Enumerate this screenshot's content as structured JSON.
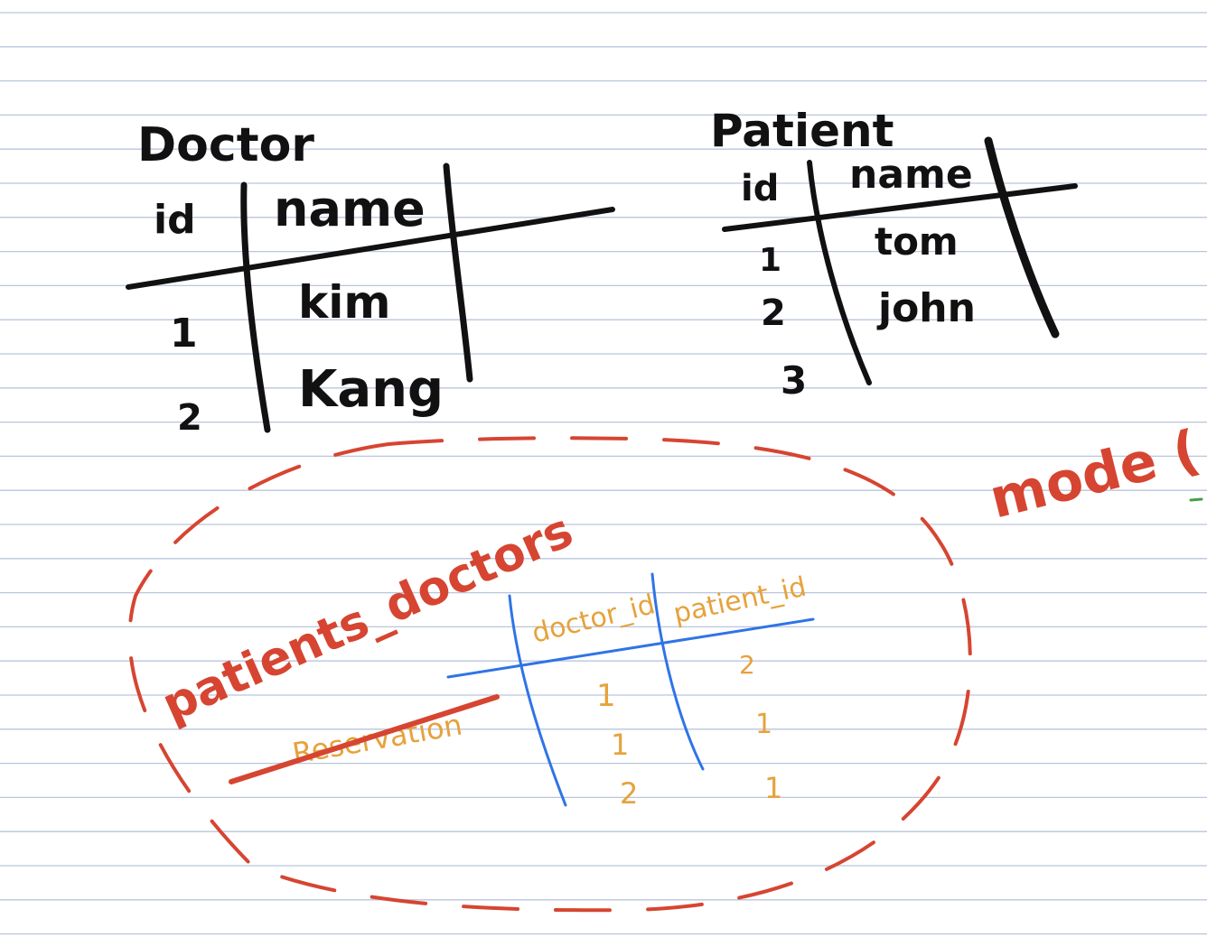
{
  "colors": {
    "paper": "#ffffff",
    "rule_line": "#b9c6dc",
    "ink_black": "#111111",
    "ink_red": "#d64531",
    "ink_orange": "#e6a23c",
    "ink_blue": "#2f74e6",
    "ink_green": "#43a047"
  },
  "doctor_table": {
    "title": "Doctor",
    "columns": [
      "id",
      "name"
    ],
    "rows": [
      {
        "id": "1",
        "name": "kim"
      },
      {
        "id": "2",
        "name": "Kang"
      }
    ]
  },
  "patient_table": {
    "title": "Patient",
    "columns": [
      "id",
      "name"
    ],
    "rows": [
      {
        "id": "1",
        "name": "tom"
      },
      {
        "id": "2",
        "name": "john"
      },
      {
        "id": "3",
        "name": ""
      }
    ]
  },
  "join_table": {
    "title": "patients_doctors",
    "struck_title": "Reservation",
    "columns": [
      "doctor_id",
      "patient_id"
    ],
    "rows": [
      {
        "doctor_id": "1",
        "patient_id": "2"
      },
      {
        "doctor_id": "1",
        "patient_id": "1"
      },
      {
        "doctor_id": "2",
        "patient_id": "1"
      }
    ]
  },
  "margin_note": "mode ( X"
}
